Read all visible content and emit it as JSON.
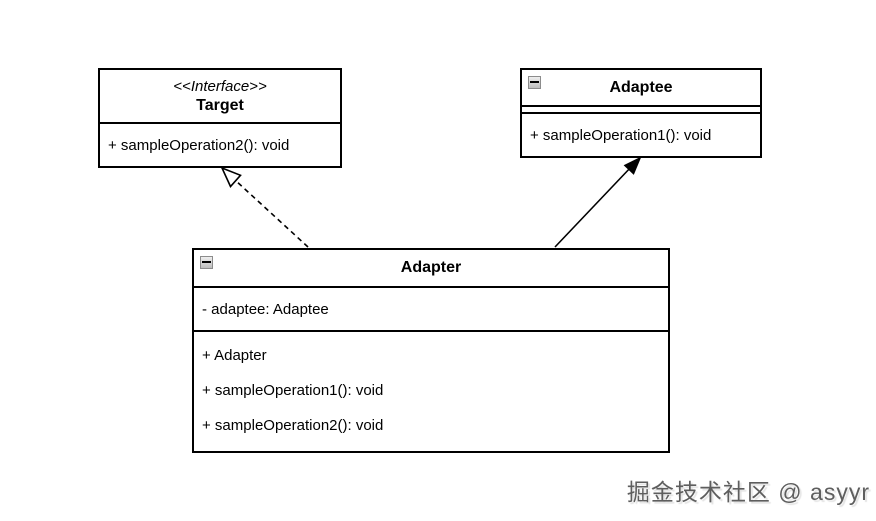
{
  "diagram": {
    "classes": [
      {
        "id": "target",
        "stereotype": "<<Interface>>",
        "name": "Target",
        "has_collapse_icon": false,
        "attributes": [],
        "methods": [
          "+ sampleOperation2(): void"
        ]
      },
      {
        "id": "adaptee",
        "stereotype": "",
        "name": "Adaptee",
        "has_collapse_icon": true,
        "attributes": [],
        "methods": [
          "+ sampleOperation1(): void"
        ]
      },
      {
        "id": "adapter",
        "stereotype": "",
        "name": "Adapter",
        "has_collapse_icon": true,
        "attributes": [
          "- adaptee: Adaptee"
        ],
        "methods": [
          "+ Adapter",
          "+ sampleOperation1(): void",
          "+ sampleOperation2(): void"
        ]
      }
    ],
    "relationships": [
      {
        "type": "realization",
        "from": "Adapter",
        "to": "Target",
        "line_style": "dashed",
        "arrowhead": "hollow-triangle"
      },
      {
        "type": "association",
        "from": "Adapter",
        "to": "Adaptee",
        "line_style": "solid",
        "arrowhead": "filled-arrow"
      }
    ]
  },
  "icons": {
    "collapse_glyph": "−"
  },
  "watermark": {
    "text": "掘金技术社区 @ asyyr"
  },
  "colors": {
    "line": "#000000",
    "background": "#ffffff",
    "watermark_text": "#5e5e5e",
    "collapse_icon_border": "#8c8c8c"
  }
}
